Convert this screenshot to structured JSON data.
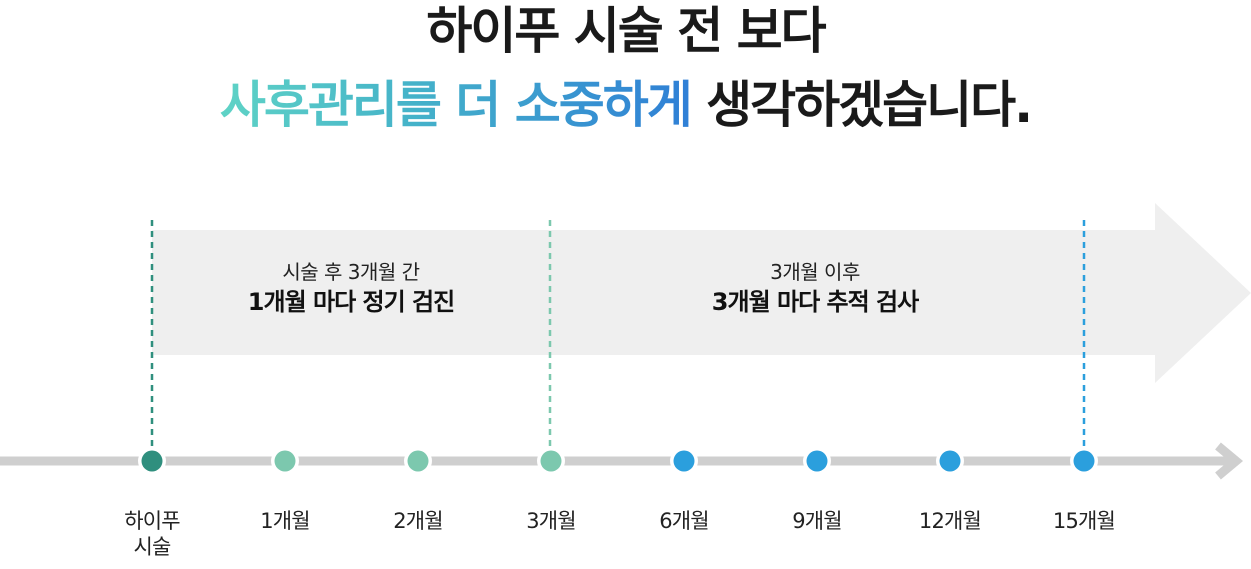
{
  "headline": {
    "line1": "하이푸 시술 전 보다",
    "line2_highlight": "사후관리를 더 소중하게",
    "line2_rest": " 생각하겠습니다."
  },
  "bands": [
    {
      "sub": "시술 후 3개월 간",
      "main": "1개월 마다 정기 검진"
    },
    {
      "sub": "3개월 이후",
      "main": "3개월 마다 추적 검사"
    }
  ],
  "timeline": [
    {
      "label": "하이푸\n시술",
      "color": "#2f8f7e"
    },
    {
      "label": "1개월",
      "color": "#7cc8ae"
    },
    {
      "label": "2개월",
      "color": "#7cc8ae"
    },
    {
      "label": "3개월",
      "color": "#7cc8ae"
    },
    {
      "label": "6개월",
      "color": "#2b9fdd"
    },
    {
      "label": "9개월",
      "color": "#2b9fdd"
    },
    {
      "label": "12개월",
      "color": "#2b9fdd"
    },
    {
      "label": "15개월",
      "color": "#2b9fdd"
    }
  ],
  "colors": {
    "band_fill": "#efefef",
    "axis": "#cfcfcf",
    "dashed_1": "#2f8f7e",
    "dashed_2": "#7cc8ae",
    "dashed_3": "#2b9fdd"
  }
}
